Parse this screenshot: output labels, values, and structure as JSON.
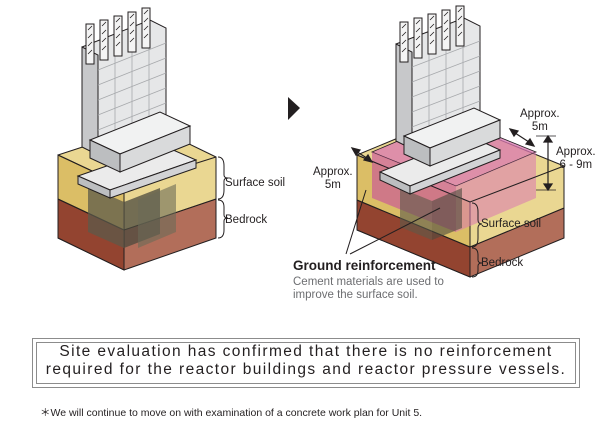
{
  "left_diagram": {
    "surface_soil_label": "Surface soil",
    "bedrock_label": "Bedrock"
  },
  "right_diagram": {
    "approx_left": [
      "Approx.",
      "5m"
    ],
    "approx_top": [
      "Approx.",
      "5m"
    ],
    "approx_right": [
      "Approx.",
      "6 - 9m"
    ],
    "surface_soil_label": "Surface soil",
    "bedrock_label": "Bedrock"
  },
  "ground_reinforcement": {
    "title": "Ground reinforcement",
    "description_lines": [
      "Cement materials are used to",
      "improve the surface soil."
    ]
  },
  "conclusion_lines": [
    "Site evaluation has confirmed that there is no reinforcement",
    "required for the reactor buildings and reactor pressure vessels."
  ],
  "footnote": "＊We will continue to move on with examination of a concrete work plan for Unit 5.",
  "colors": {
    "surface_soil": "#e3c96e",
    "bedrock": "#a4553d",
    "reinforcement": "#d977b0",
    "concrete": "#d2d3d5",
    "outline": "#231f20"
  }
}
